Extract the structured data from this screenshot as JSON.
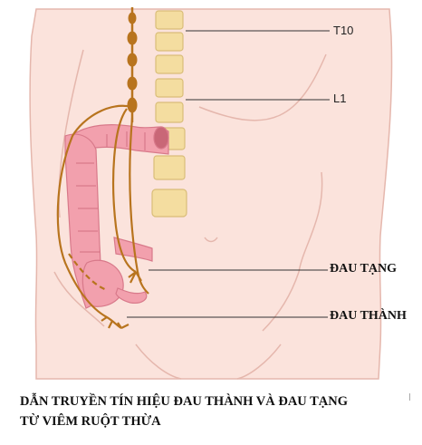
{
  "labels": {
    "t10": "T10",
    "l1": "L1",
    "visceral_pain": "ĐAU TẠNG",
    "parietal_pain": "ĐAU THÀNH"
  },
  "caption": {
    "line1": "DẪN TRUYỀN TÍN HIỆU ĐAU THÀNH VÀ ĐAU TẠNG",
    "line2": "TỪ VIÊM RUỘT THỪA"
  },
  "colors": {
    "skin": "#fbe3dc",
    "skin_outline": "#e5b7ad",
    "nerve": "#b8741e",
    "vertebra": "#f4dda0",
    "vertebra_outline": "#d9bd78",
    "colon": "#f2a0ad",
    "colon_outline": "#d8798a"
  }
}
